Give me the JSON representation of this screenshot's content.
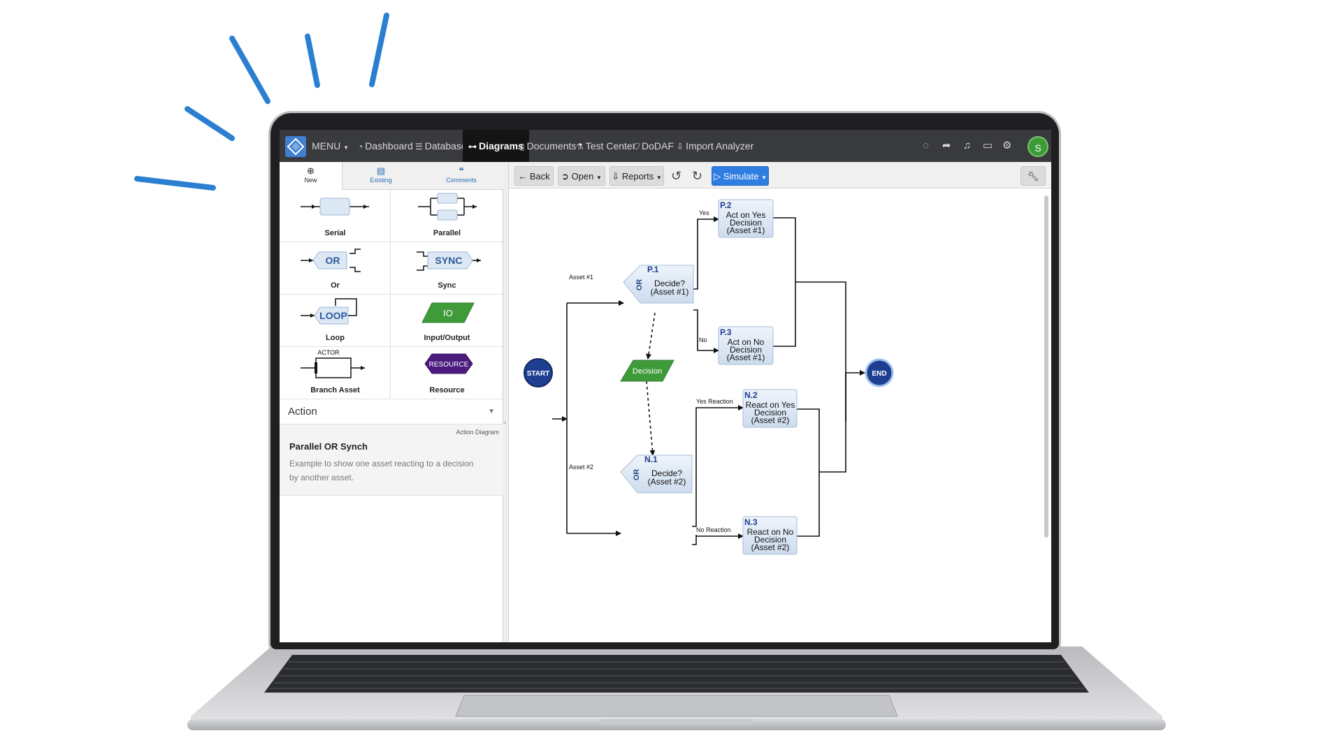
{
  "navbar": {
    "menu_label": "MENU",
    "items": [
      {
        "label": "Dashboard",
        "icon": "dashboard-icon"
      },
      {
        "label": "Database",
        "icon": "database-icon"
      },
      {
        "label": "Diagrams",
        "icon": "diagram-icon",
        "active": true
      },
      {
        "label": "Documents",
        "icon": "document-icon"
      },
      {
        "label": "Test Center",
        "icon": "flask-icon"
      },
      {
        "label": "DoDAF",
        "icon": "shield-icon"
      },
      {
        "label": "Import Analyzer",
        "icon": "import-icon"
      }
    ],
    "right_icons": [
      "chat-icon",
      "share-icon",
      "bell-icon",
      "folder-icon",
      "gear-icon"
    ],
    "avatar_initial": "S"
  },
  "left_panel": {
    "tabs": [
      {
        "label": "New",
        "icon": "plus-circle-icon",
        "active": true
      },
      {
        "label": "Existing",
        "icon": "archive-icon"
      },
      {
        "label": "Comments",
        "icon": "comments-icon"
      }
    ],
    "palette": [
      {
        "label": "Serial"
      },
      {
        "label": "Parallel"
      },
      {
        "label": "Or",
        "shape_text": "OR"
      },
      {
        "label": "Sync",
        "shape_text": "SYNC"
      },
      {
        "label": "Loop",
        "shape_text": "LOOP"
      },
      {
        "label": "Input/Output",
        "shape_text": "IO"
      },
      {
        "label": "Branch Asset",
        "shape_text": "ACTOR"
      },
      {
        "label": "Resource",
        "shape_text": "RESOURCE"
      }
    ],
    "action_select": "Action",
    "diagram_card": {
      "type": "Action Diagram",
      "title": "Parallel OR Synch",
      "description": "Example to show one asset reacting to a decision by another asset."
    }
  },
  "toolbar": {
    "back": "Back",
    "open": "Open",
    "reports": "Reports",
    "simulate": "Simulate"
  },
  "diagram": {
    "start": "START",
    "end": "END",
    "or_label": "OR",
    "decision": "Decision",
    "nodes": {
      "p1": {
        "id": "P.1",
        "lines": [
          "Decide?",
          "(Asset #1)"
        ]
      },
      "p2": {
        "id": "P.2",
        "lines": [
          "Act on Yes",
          "Decision",
          "(Asset #1)"
        ]
      },
      "p3": {
        "id": "P.3",
        "lines": [
          "Act on No",
          "Decision",
          "(Asset #1)"
        ]
      },
      "n1": {
        "id": "N.1",
        "lines": [
          "Decide?",
          "(Asset #2)"
        ]
      },
      "n2": {
        "id": "N.2",
        "lines": [
          "React on Yes",
          "Decision",
          "(Asset #2)"
        ]
      },
      "n3": {
        "id": "N.3",
        "lines": [
          "React on No",
          "Decision",
          "(Asset #2)"
        ]
      }
    },
    "edge_labels": {
      "asset1": "Asset #1",
      "asset2": "Asset #2",
      "yes": "Yes",
      "no": "No",
      "yes_reaction": "Yes Reaction",
      "no_reaction": "No Reaction"
    }
  },
  "colors": {
    "accent": "#2f7de1",
    "navbar": "#383a3d",
    "decision_green": "#3f9b3a",
    "resource_purple": "#4a1a7c",
    "node_fill": "#dce8f4",
    "terminal_blue": "#1e3f91",
    "burst_blue": "#2c7fd0"
  }
}
